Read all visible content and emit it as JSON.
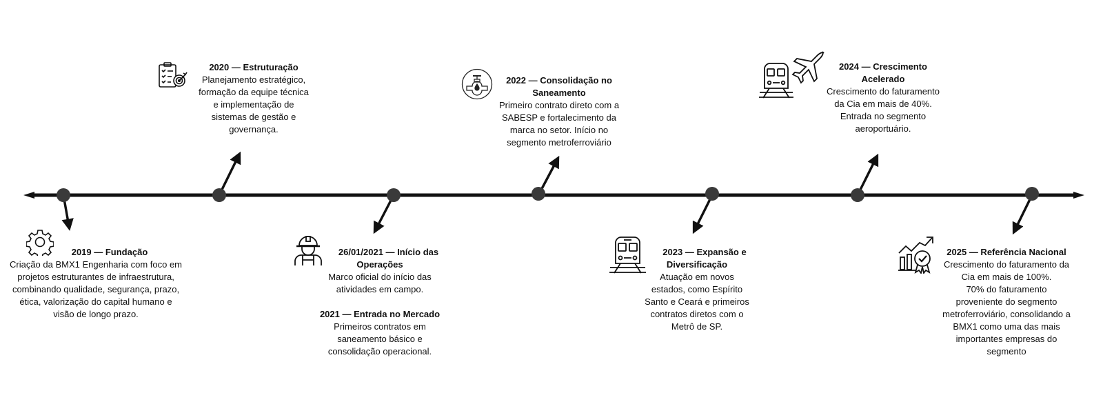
{
  "colors": {
    "line": "#111111",
    "node": "#3a3a3a",
    "text": "#111111"
  },
  "events": [
    {
      "icon": "gear-icon",
      "title": "2019 — Fundação",
      "lines": [
        "Criação da BMX1 Engenharia com foco em",
        "projetos estruturantes de infraestrutura,",
        "combinando qualidade, segurança, prazo,",
        "ética, valorização do capital humano e",
        "visão de longo prazo."
      ]
    },
    {
      "icon": "planning-checklist-target-icon",
      "title": "2020 — Estruturação",
      "lines": [
        "Planejamento estratégico,",
        "formação da equipe técnica",
        "e implementação de",
        "sistemas de gestão e",
        "governança."
      ]
    },
    {
      "icon": "construction-worker-icon",
      "title_lines": [
        "26/01/2021 — Início das",
        "Operações"
      ],
      "lines": [
        "Marco oficial do início das",
        "atividades em campo."
      ],
      "sub_title": "2021 — Entrada no Mercado",
      "sub_lines": [
        "Primeiros contratos em",
        "saneamento básico e",
        "consolidação operacional."
      ]
    },
    {
      "icon": "water-valve-icon",
      "title_lines": [
        "2022 — Consolidação no",
        "Saneamento"
      ],
      "lines": [
        "Primeiro contrato direto com a",
        "SABESP e fortalecimento da",
        "marca no setor. Início no",
        "segmento metroferroviário"
      ]
    },
    {
      "icon": "train-icon",
      "title_lines": [
        "2023 — Expansão e",
        "Diversificação"
      ],
      "lines": [
        "Atuação em novos",
        "estados, como Espírito",
        "Santo e Ceará e primeiros",
        "contratos diretos com o",
        "Metrô de SP."
      ]
    },
    {
      "icon": "train-and-airplane-icon",
      "title_lines": [
        "2024 — Crescimento",
        "Acelerado"
      ],
      "lines": [
        "Crescimento do faturamento",
        "da Cia em mais de 40%.",
        "Entrada no segmento",
        "aeroportuário."
      ]
    },
    {
      "icon": "growth-chart-award-icon",
      "title": "2025 — Referência Nacional",
      "lines": [
        "Crescimento do faturamento da",
        "Cia em mais de 100%.",
        "70% do faturamento",
        "proveniente do segmento",
        "metroferroviário, consolidando a",
        "BMX1 como uma das mais",
        "importantes empresas do",
        "segmento"
      ]
    }
  ]
}
